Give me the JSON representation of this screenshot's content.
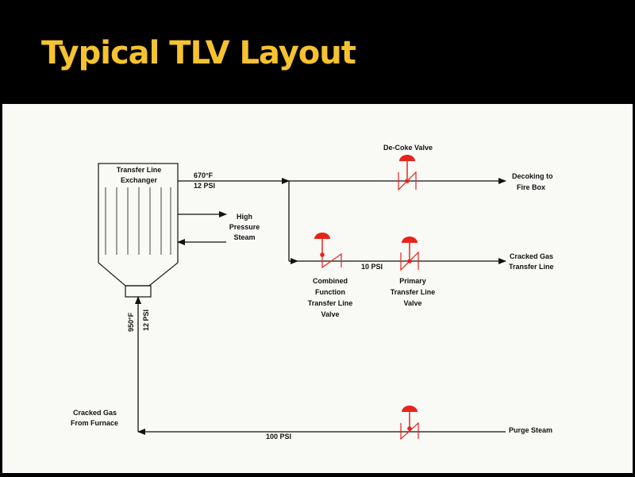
{
  "title": "Typical TLV Layout",
  "labels": {
    "exchanger_l1": "Transfer Line",
    "exchanger_l2": "Exchanger",
    "outlet_temp": "670°F",
    "outlet_press": "12 PSI",
    "hps_l1": "High",
    "hps_l2": "Pressure",
    "hps_l3": "Steam",
    "decoke_valve": "De-Coke Valve",
    "decoking_l1": "Decoking to",
    "decoking_l2": "Fire Box",
    "cracked_gas_tl_l1": "Cracked Gas",
    "cracked_gas_tl_l2": "Transfer Line",
    "mid_press": "10 PSI",
    "combined_l1": "Combined",
    "combined_l2": "Function",
    "combined_l3": "Transfer Line",
    "combined_l4": "Valve",
    "primary_l1": "Primary",
    "primary_l2": "Transfer Line",
    "primary_l3": "Valve",
    "inlet_temp": "950°F",
    "inlet_press": "12 PSI",
    "furnace_l1": "Cracked Gas",
    "furnace_l2": "From Furnace",
    "bottom_press": "100 PSI",
    "purge_steam": "Purge Steam"
  },
  "colors": {
    "title": "#f5c230",
    "valve": "#e8241b",
    "line": "#111111"
  }
}
